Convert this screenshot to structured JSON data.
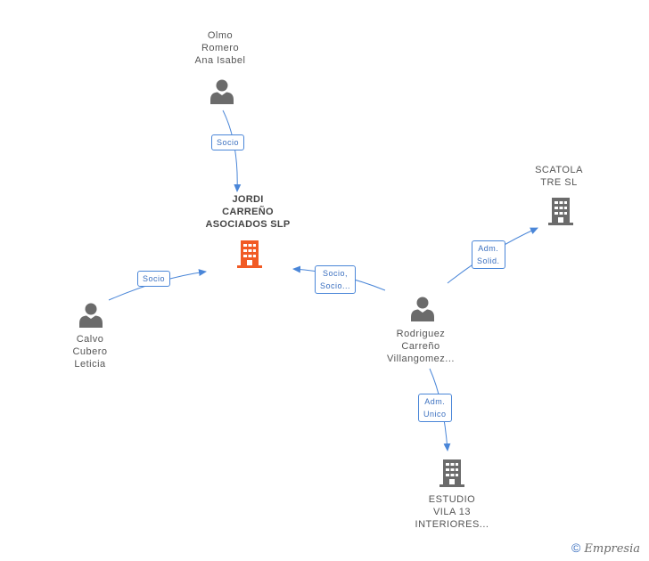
{
  "nodes": {
    "olmo": {
      "lines": [
        "Olmo",
        "Romero",
        "Ana Isabel"
      ],
      "type": "person"
    },
    "jordi": {
      "lines": [
        "JORDI",
        "CARREÑO",
        "ASOCIADOS SLP"
      ],
      "type": "company-main"
    },
    "calvo": {
      "lines": [
        "Calvo",
        "Cubero",
        "Leticia"
      ],
      "type": "person"
    },
    "rodriguez": {
      "lines": [
        "Rodriguez",
        "Carreño",
        "Villangomez..."
      ],
      "type": "person"
    },
    "scatola": {
      "lines": [
        "SCATOLA",
        "TRE SL"
      ],
      "type": "company"
    },
    "estudio": {
      "lines": [
        "ESTUDIO",
        "VILA 13",
        "INTERIORES..."
      ],
      "type": "company"
    }
  },
  "edges": {
    "olmo_jordi": {
      "lines": [
        "Socio"
      ]
    },
    "calvo_jordi": {
      "lines": [
        "Socio"
      ]
    },
    "rodriguez_jordi": {
      "lines": [
        "Socio,",
        "Socio..."
      ]
    },
    "rodriguez_scatola": {
      "lines": [
        "Adm.",
        "Solid."
      ]
    },
    "rodriguez_estudio": {
      "lines": [
        "Adm.",
        "Unico"
      ]
    }
  },
  "colors": {
    "edge": "#4a86d8",
    "person_icon": "#6b6b6b",
    "company_icon": "#6b6b6b",
    "main_company_icon": "#f15a24"
  },
  "footer": {
    "copyright_symbol": "©",
    "brand": "Empresia"
  }
}
